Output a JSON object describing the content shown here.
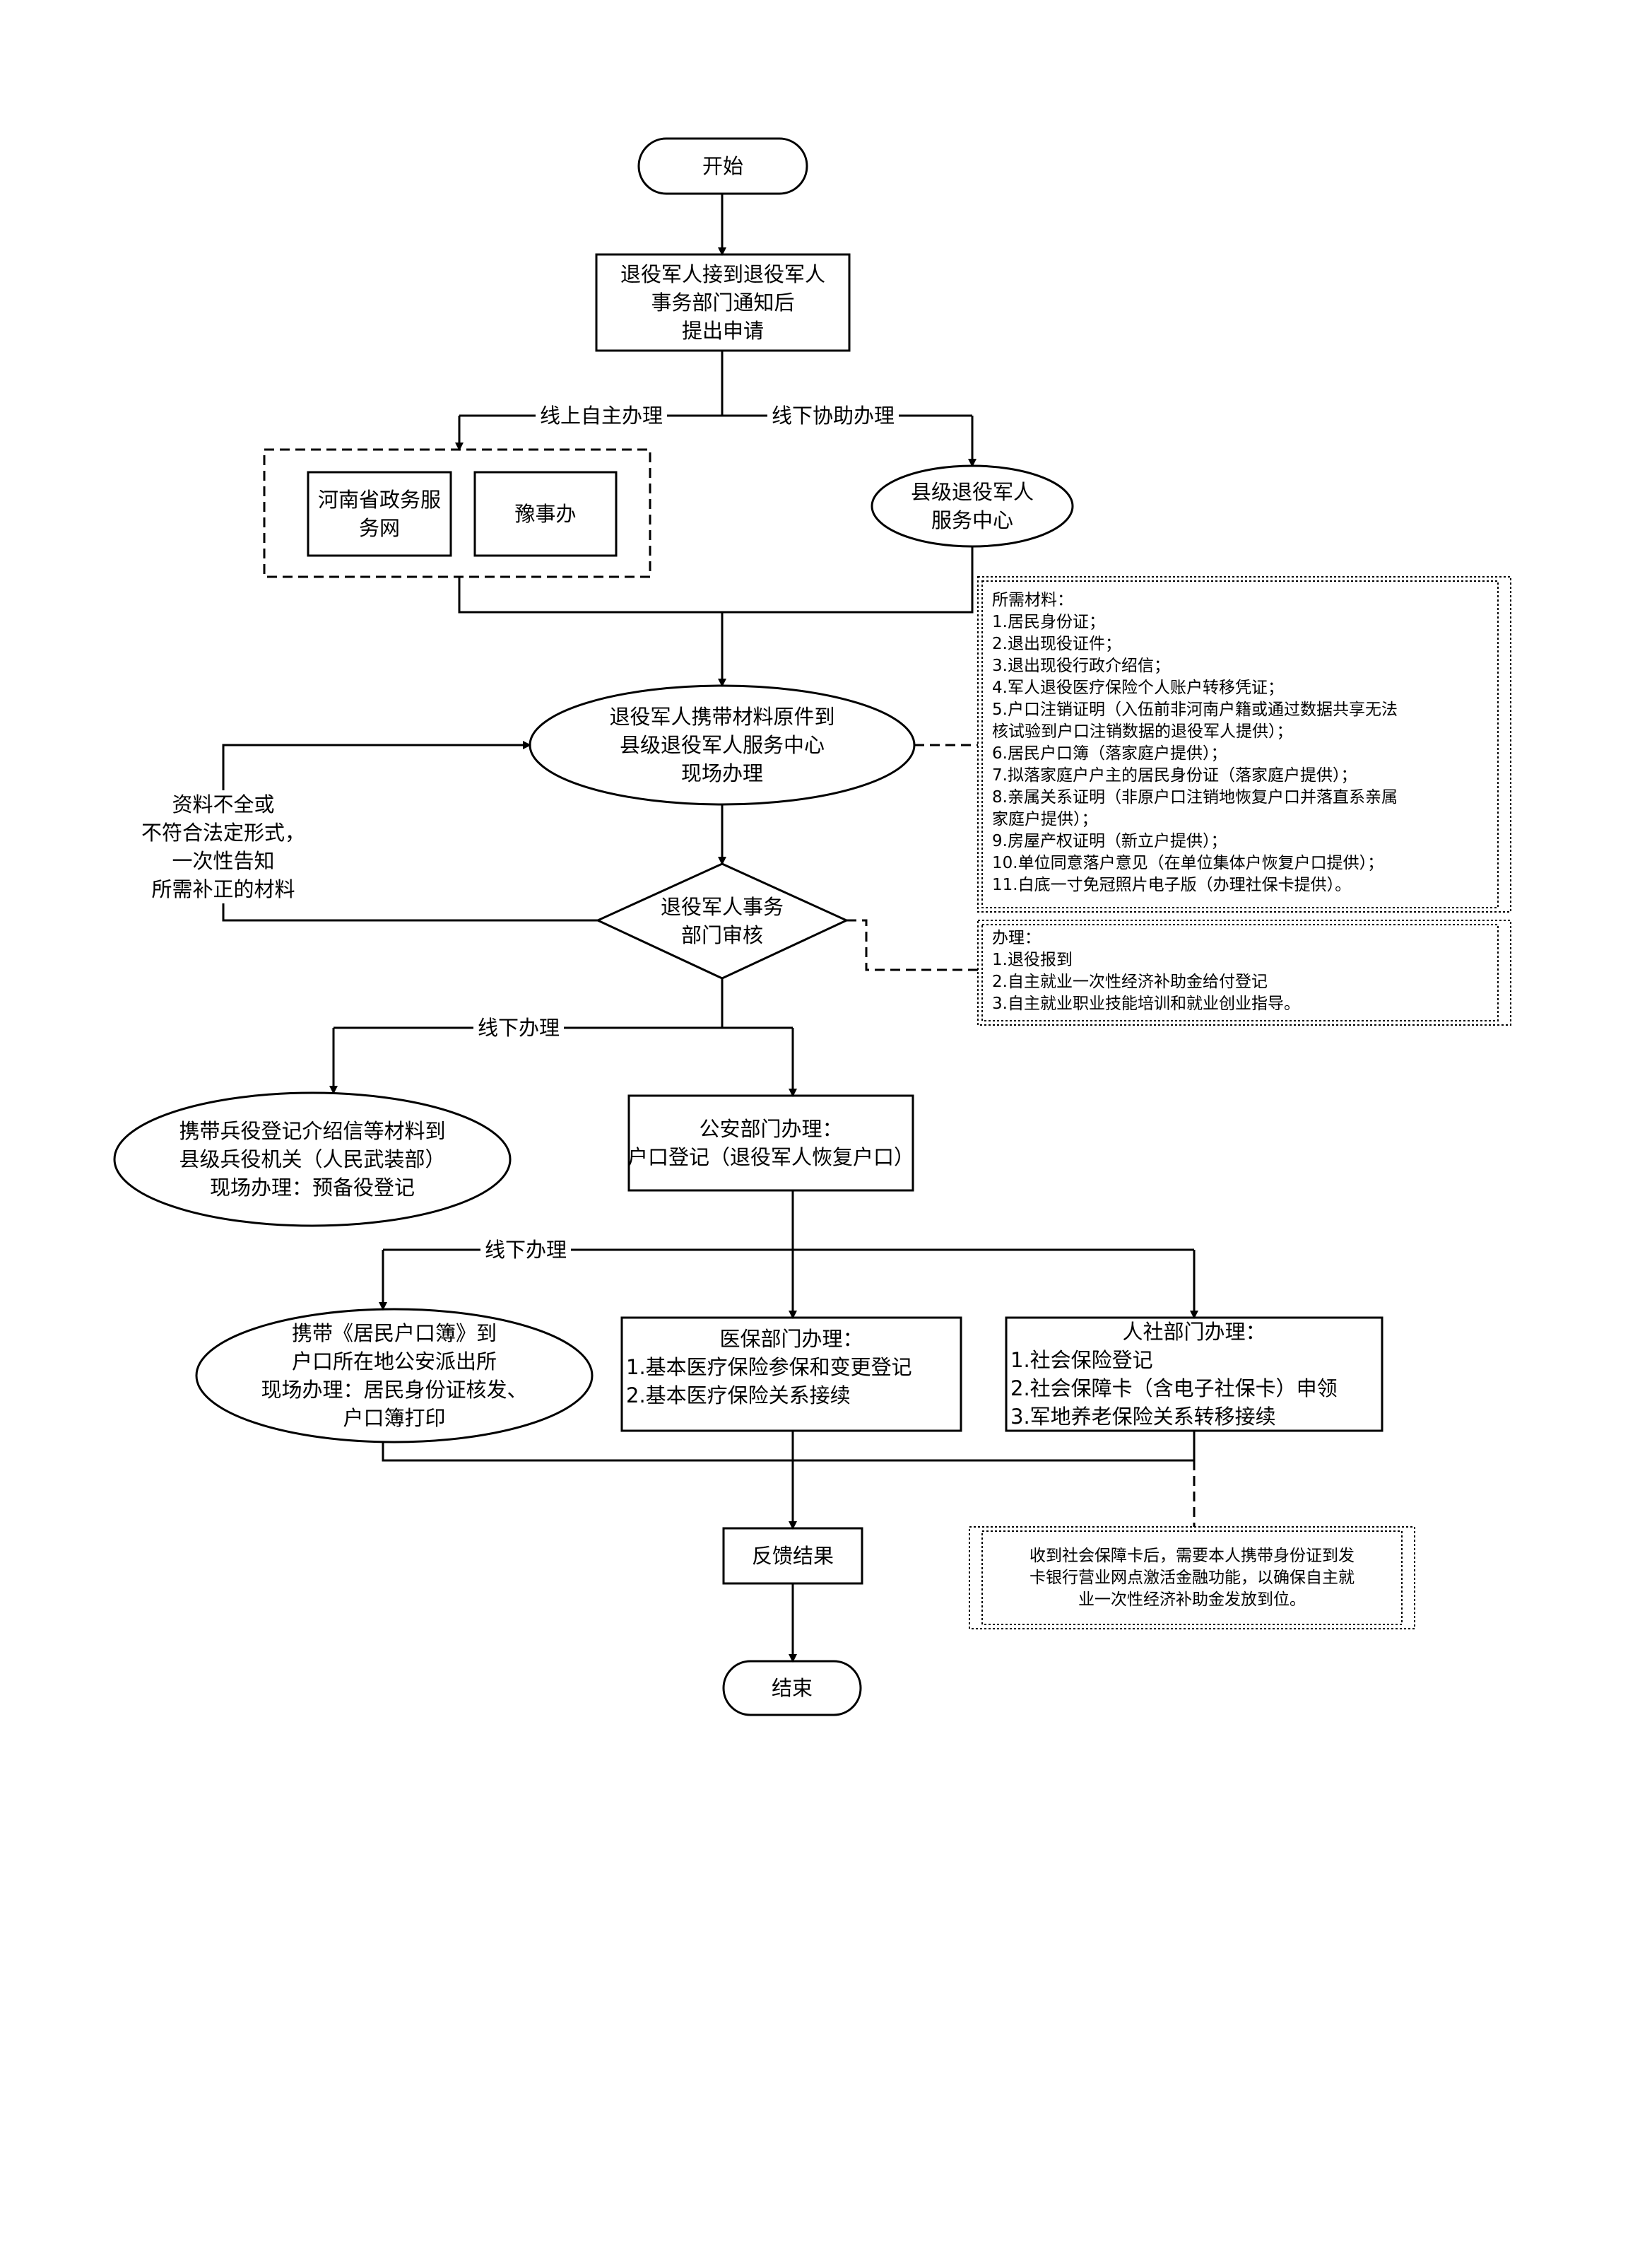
{
  "start": {
    "label": "开始"
  },
  "apply": {
    "lines": [
      "退役军人接到退役军人",
      "事务部门通知后",
      "提出申请"
    ]
  },
  "branch": {
    "online": "线上自主办理",
    "offline": "线下协助办理"
  },
  "online_portals": {
    "henan_gov": [
      "河南省政务服",
      "务网"
    ],
    "yushiban": "豫事办"
  },
  "county_center": {
    "lines": [
      "县级退役军人",
      "服务中心"
    ]
  },
  "onsite": {
    "lines": [
      "退役军人携带材料原件到",
      "县级退役军人服务中心",
      "现场办理"
    ]
  },
  "materials": {
    "title": "所需材料：",
    "items": [
      "1.居民身份证；",
      "2.退出现役证件；",
      "3.退出现役行政介绍信；",
      "4.军人退役医疗保险个人账户转移凭证；",
      "5.户口注销证明（入伍前非河南户籍或通过数据共享无法",
      "核试验到户口注销数据的退役军人提供）；",
      "6.居民户口簿（落家庭户提供）；",
      "7.拟落家庭户户主的居民身份证（落家庭户提供）；",
      "8.亲属关系证明（非原户口注销地恢复户口并落直系亲属",
      "家庭户提供）；",
      "9.房屋产权证明（新立户提供）；",
      "10.单位同意落户意见（在单位集体户恢复户口提供）；",
      "11.白底一寸免冠照片电子版（办理社保卡提供）。"
    ]
  },
  "incomplete": {
    "lines": [
      "资料不全或",
      "不符合法定形式，",
      "一次性告知",
      "所需补正的材料"
    ]
  },
  "review": {
    "lines": [
      "退役军人事务",
      "部门审核"
    ]
  },
  "handle": {
    "title": "办理：",
    "items": [
      "1.退役报到",
      "2.自主就业一次性经济补助金给付登记",
      "3.自主就业职业技能培训和就业创业指导。"
    ]
  },
  "offline_label_1": "线下办理",
  "military": {
    "lines": [
      "携带兵役登记介绍信等材料到",
      "县级兵役机关（人民武装部）",
      "现场办理：预备役登记"
    ]
  },
  "police": {
    "lines": [
      "公安部门办理：",
      "户口登记（退役军人恢复户口）"
    ]
  },
  "offline_label_2": "线下办理",
  "hukou": {
    "lines": [
      "携带《居民户口簿》到",
      "户口所在地公安派出所",
      "现场办理：居民身份证核发、",
      "户口簿打印"
    ]
  },
  "medical": {
    "title": "医保部门办理：",
    "items": [
      "1.基本医疗保险参保和变更登记",
      "2.基本医疗保险关系接续"
    ]
  },
  "hr": {
    "title": "人社部门办理：",
    "items": [
      "1.社会保险登记",
      "2.社会保障卡（含电子社保卡）申领",
      "3.军地养老保险关系转移接续"
    ]
  },
  "feedback": {
    "label": "反馈结果"
  },
  "card_note": {
    "lines": [
      "收到社会保障卡后，需要本人携带身份证到发",
      "卡银行营业网点激活金融功能，以确保自主就",
      "业一次性经济补助金发放到位。"
    ]
  },
  "end": {
    "label": "结束"
  }
}
